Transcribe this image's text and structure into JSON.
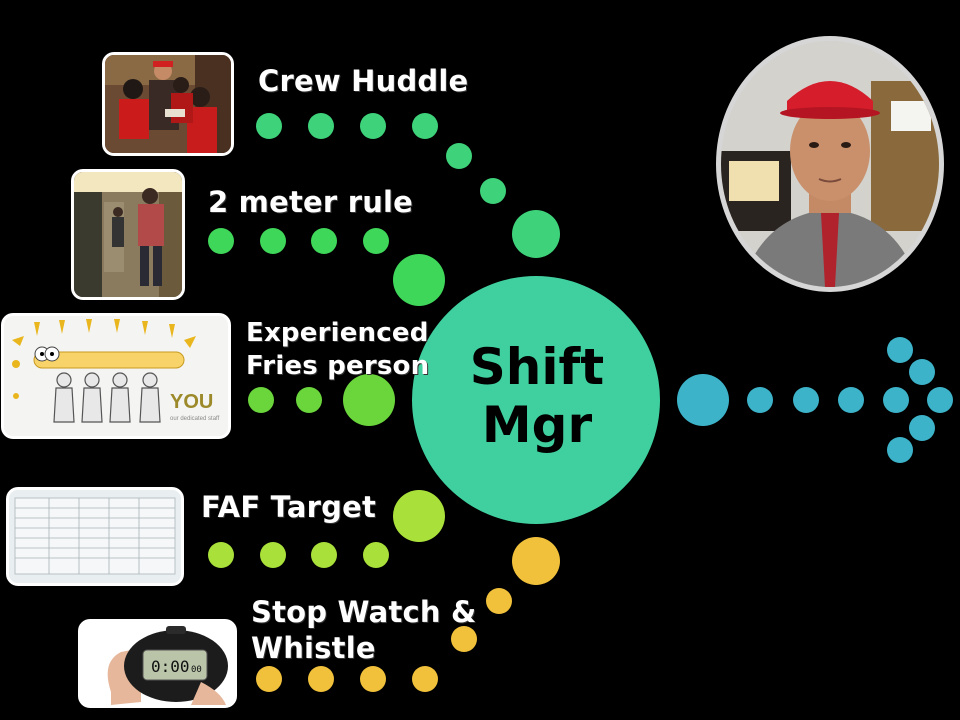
{
  "diagram": {
    "center": {
      "line1": "Shift",
      "line2": "Mgr",
      "color": "#40d09f"
    },
    "items": [
      {
        "id": "crew-huddle",
        "label_lines": [
          "Crew Huddle"
        ],
        "color": "#3ed27a",
        "photo": "team-huddle-photo"
      },
      {
        "id": "two-meter-rule",
        "label_lines": [
          "2 meter rule"
        ],
        "color": "#3fd75a",
        "photo": "walking-crew-photo"
      },
      {
        "id": "experienced-fries",
        "label_lines": [
          "Experienced",
          "Fries person"
        ],
        "color": "#6ad63c",
        "photo": "dedicated-staff-drawing"
      },
      {
        "id": "faf-target",
        "label_lines": [
          "FAF Target"
        ],
        "color": "#a9e13a",
        "photo": "faf-sheet-photo"
      },
      {
        "id": "stop-watch",
        "label_lines": [
          "Stop Watch &",
          "Whistle"
        ],
        "color": "#f1c13b",
        "photo": "stopwatch-photo"
      }
    ],
    "output_arrow_color": "#3cb3c9",
    "portrait": "shift-manager-portrait"
  },
  "drawing": {
    "you_text": "YOU",
    "you_sub": "our dedicated staff",
    "stopwatch_display": "0:00",
    "stopwatch_small": "00"
  }
}
